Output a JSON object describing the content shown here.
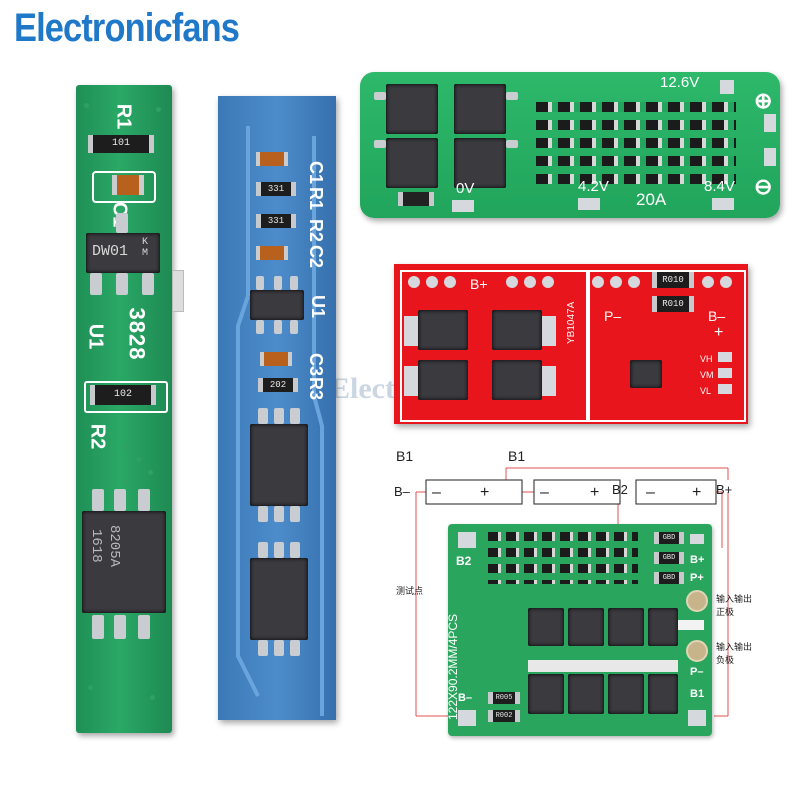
{
  "brand": {
    "name": "Electronicfans",
    "watermark": "Electronicfans"
  },
  "board1": {
    "labels": {
      "r1": "R1",
      "c1": "C1",
      "u1": "U1",
      "r2": "R2"
    },
    "parts": {
      "res_top": "101",
      "ic_small": "DW01",
      "ic_small_suffix": "K\nM",
      "ic_number": "3828",
      "res_bottom": "102",
      "mosfet": "8205A",
      "mosfet_code": "1618"
    }
  },
  "board2": {
    "labels": {
      "c1": "C1",
      "r1": "R1",
      "r2": "R2",
      "c2": "C2",
      "u1": "U1",
      "c3": "C3",
      "r3": "R3"
    },
    "parts": {
      "res_a": "331",
      "res_b": "331",
      "res_c": "202"
    }
  },
  "board3": {
    "labels": {
      "v12": "12.6V",
      "v0": "0V",
      "v42": "4.2V",
      "a20": "20A",
      "v84": "8.4V",
      "plus": "⊕",
      "minus": "⊖"
    }
  },
  "board4": {
    "labels": {
      "bplus": "B+",
      "pminus": "P–",
      "bminus": "B–",
      "plus": "+",
      "code": "YB1047A",
      "res1": "R010",
      "res2": "R010",
      "vh": "VH",
      "vm": "VM",
      "vl": "VL"
    }
  },
  "diagram": {
    "b1": "B1",
    "b2": "B2",
    "bminus": "B–",
    "bplus": "B+",
    "cells": [
      {
        "minus": "–",
        "plus": "+"
      },
      {
        "minus": "–",
        "plus": "+"
      },
      {
        "minus": "–",
        "plus": "+"
      }
    ],
    "board_labels": {
      "b2": "B2",
      "bplus": "B+",
      "pplus": "P+",
      "pminus": "P–",
      "b1": "B1",
      "bminus": "B–",
      "size": "122X90.2MM/4PCS",
      "r1": "R005",
      "r2": "R002"
    },
    "res_labels": [
      "GBD",
      "GBD",
      "GBD"
    ],
    "side_labels": {
      "test_point": "测试点",
      "out_pos": "输入输出\n正极",
      "out_neg": "输入输出\n负极"
    }
  }
}
